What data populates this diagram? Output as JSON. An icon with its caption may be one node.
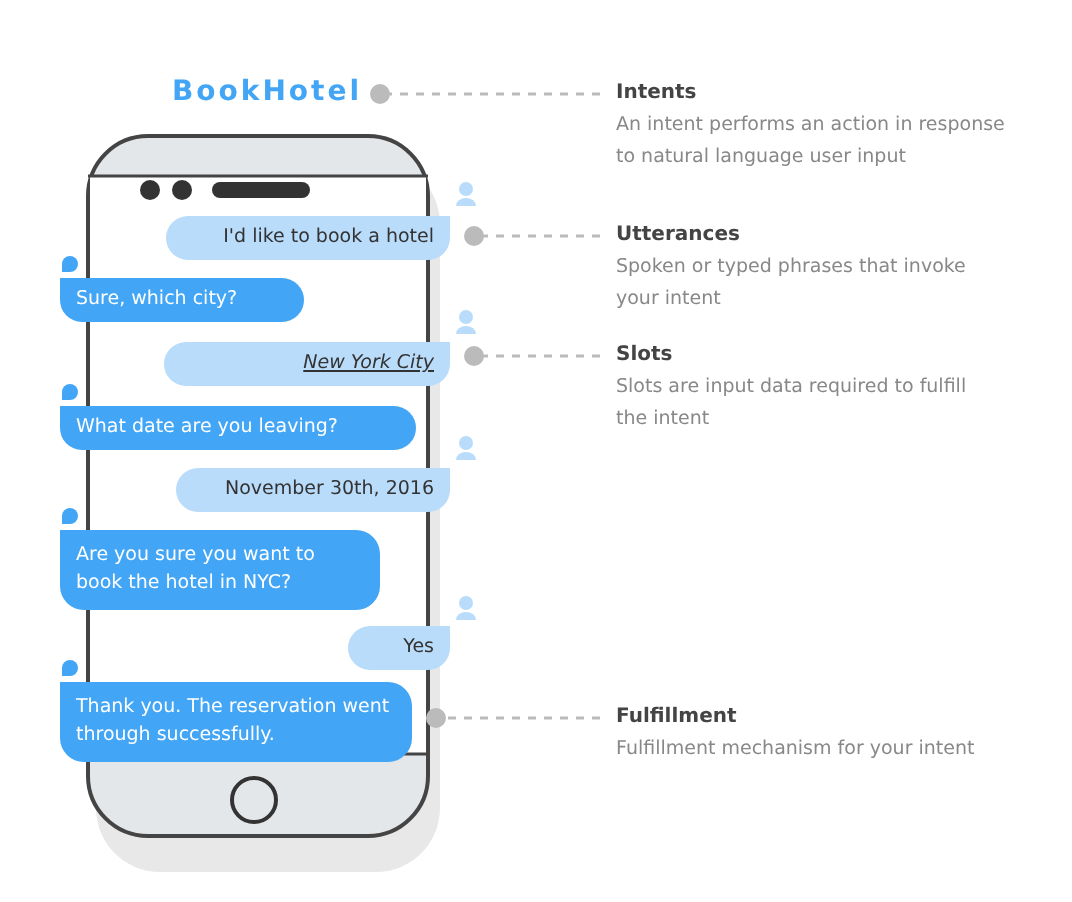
{
  "diagram": {
    "nodes": [
      {
        "text": [
          "BookHotel"
        ]
      },
      {
        "text": [
          "Intents",
          "An intent performs an action in response to natural language user input"
        ]
      },
      {
        "text": [
          "I'd like to book a hotel"
        ]
      },
      {
        "text": [
          "Utterances",
          "Spoken or typed phrases that invoke your intent"
        ]
      },
      {
        "text": [
          "Sure, which city?"
        ]
      },
      {
        "text": [
          "New York City"
        ]
      },
      {
        "text": [
          "Slots",
          "Slots are input data required to fulfill the intent"
        ]
      },
      {
        "text": [
          "What date are you leaving?"
        ]
      },
      {
        "text": [
          "November 30th, 2016"
        ]
      },
      {
        "text": [
          "Are you sure you want to book the hotel in NYC?"
        ]
      },
      {
        "text": [
          "Yes"
        ]
      },
      {
        "text": [
          "Thank you. The reservation went through successfully."
        ]
      },
      {
        "text": [
          "Fulfillment",
          "Fulfillment mechanism for your intent"
        ]
      }
    ],
    "edges": [
      {
        "from": 1,
        "to": 0,
        "arrow": "other"
      },
      {
        "from": 3,
        "to": 2,
        "arrow": "other"
      },
      {
        "from": 6,
        "to": 5,
        "arrow": "other"
      },
      {
        "from": 12,
        "to": 11,
        "arrow": "other"
      }
    ]
  }
}
